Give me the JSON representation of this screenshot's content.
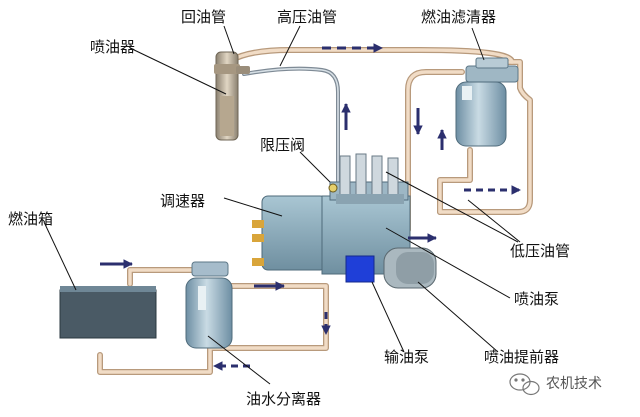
{
  "diagram": {
    "labels": {
      "return_pipe": "回油管",
      "high_pressure_pipe": "高压油管",
      "fuel_filter": "燃油滤清器",
      "injector": "喷油器",
      "pressure_limit_valve": "限压阀",
      "governor": "调速器",
      "fuel_tank": "燃油箱",
      "low_pressure_pipe": "低压油管",
      "injection_pump": "喷油泵",
      "injection_advancer": "喷油提前器",
      "transfer_pump": "输油泵",
      "water_separator": "油水分离器"
    },
    "watermark": "农机技术",
    "colors": {
      "pipe_fill": "#f1dcc6",
      "pipe_outline": "#b89a7c",
      "arrow": "#2b2f6e",
      "component_blue": "#8fb0c2",
      "tank": "#4a5a65",
      "transfer_pump_blue": "#1f3fd8"
    }
  }
}
